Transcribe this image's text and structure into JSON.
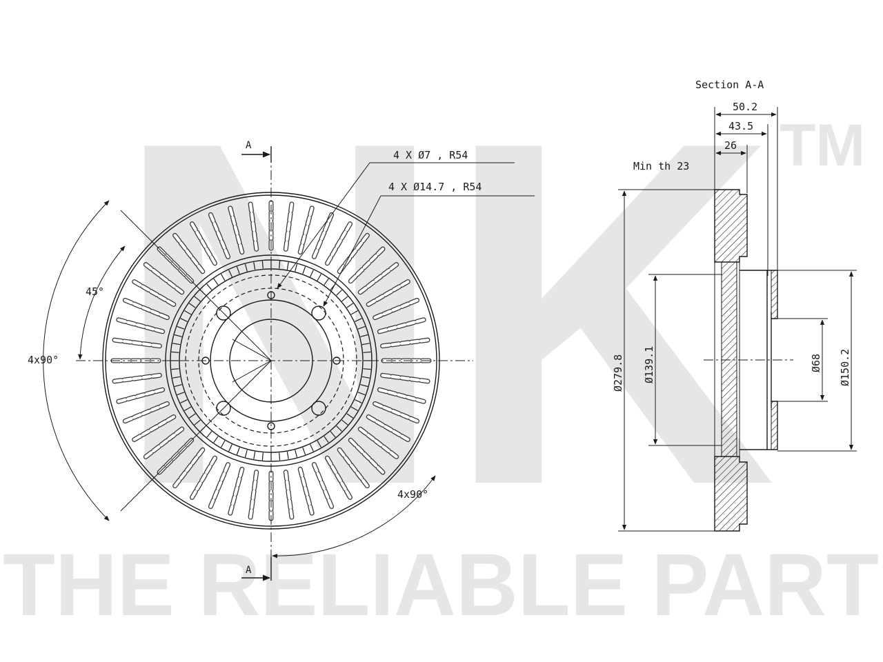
{
  "brand": {
    "logo_text": "NK",
    "trademark": "TM",
    "slogan": "THE RELIABLE PART"
  },
  "front_view": {
    "section_marker_top": "A",
    "section_marker_bottom": "A",
    "holes_small": "4 X Ø7 , R54",
    "holes_large": "4 X Ø14.7 , R54",
    "angle_45": "45°",
    "angle_4x90_left": "4x90°",
    "angle_4x90_bottom": "4x90°"
  },
  "section_view": {
    "title": "Section A-A",
    "dim_50_2": "50.2",
    "dim_43_5": "43.5",
    "dim_26": "26",
    "min_thickness": "Min th 23",
    "dia_279_8": "Ø279.8",
    "dia_139_1": "Ø139.1",
    "dia_68": "Ø68",
    "dia_150_2": "Ø150.2"
  }
}
